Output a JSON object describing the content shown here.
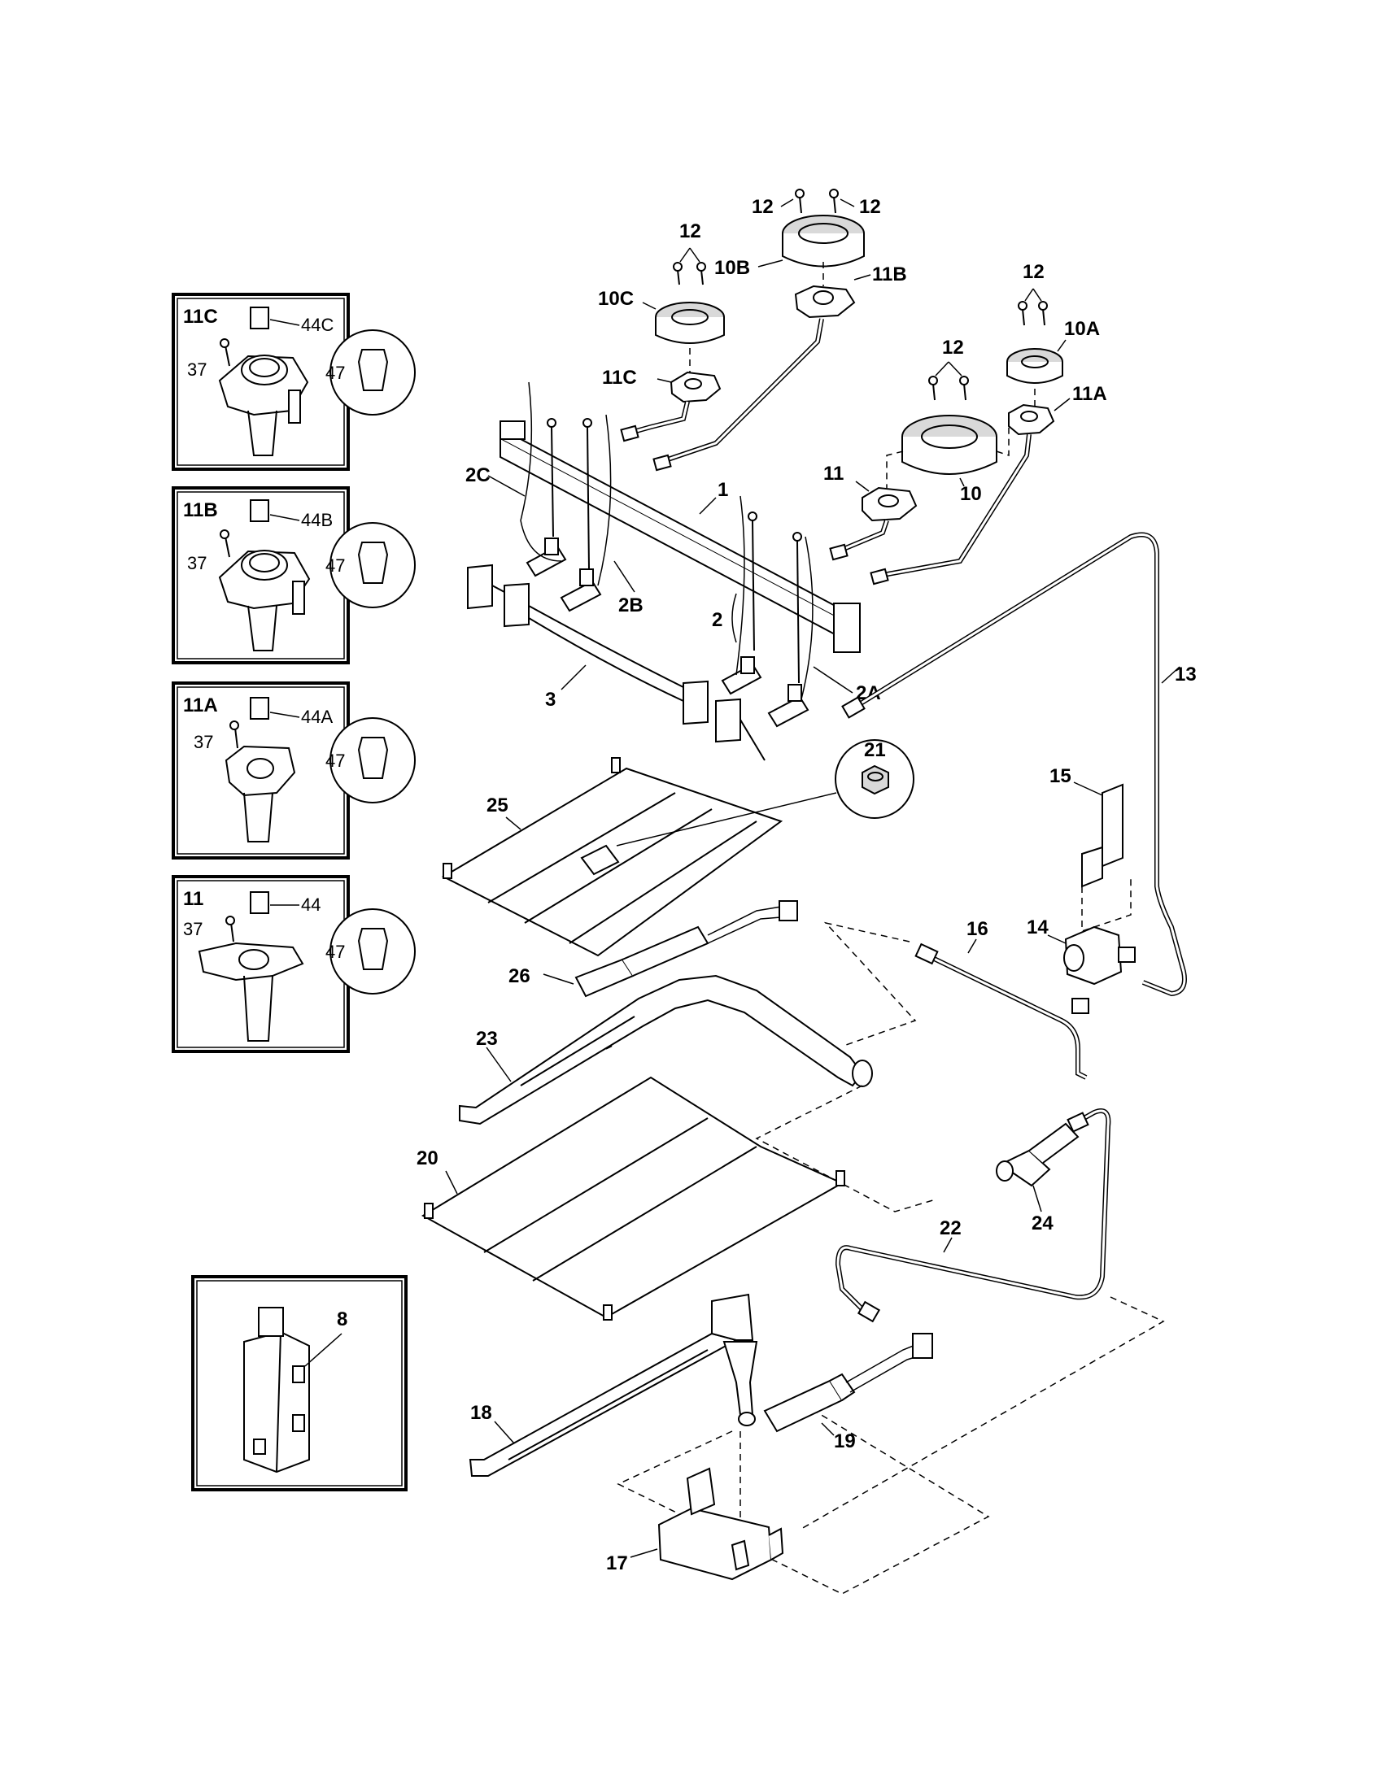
{
  "callouts": {
    "p1": "1",
    "p2": "2",
    "p2a": "2A",
    "p2b": "2B",
    "p2c": "2C",
    "p3": "3",
    "p8": "8",
    "p10": "10",
    "p10a": "10A",
    "p10b": "10B",
    "p10c": "10C",
    "p11": "11",
    "p11a": "11A",
    "p11b": "11B",
    "p11c": "11C",
    "p12": "12",
    "p13": "13",
    "p14": "14",
    "p15": "15",
    "p16": "16",
    "p17": "17",
    "p18": "18",
    "p19": "19",
    "p20": "20",
    "p21": "21",
    "p22": "22",
    "p23": "23",
    "p24": "24",
    "p25": "25",
    "p26": "26",
    "p37": "37",
    "p44": "44",
    "p44a": "44A",
    "p44b": "44B",
    "p44c": "44C",
    "p47": "47"
  }
}
